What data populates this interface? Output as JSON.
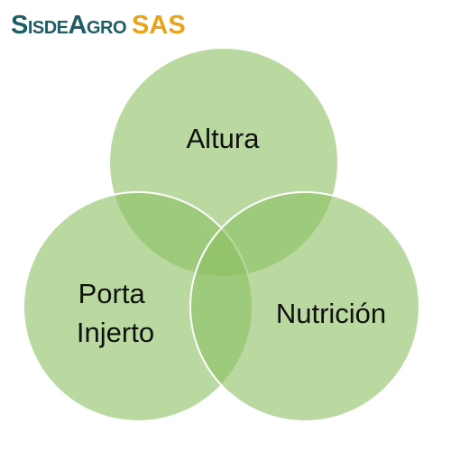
{
  "logo": {
    "part1": "SisdeAgro",
    "part2": "SAS",
    "colors": {
      "part1": "#1f5c64",
      "part2": "#e8a31b"
    }
  },
  "venn": {
    "sets": [
      {
        "label_lines": [
          "Altura"
        ]
      },
      {
        "label_lines": [
          "Porta",
          "Injerto"
        ]
      },
      {
        "label_lines": [
          "Nutrición"
        ]
      }
    ],
    "colors": {
      "fill": "#8cc063",
      "fill_opacity": 0.6,
      "stroke": "#ffffff"
    }
  }
}
